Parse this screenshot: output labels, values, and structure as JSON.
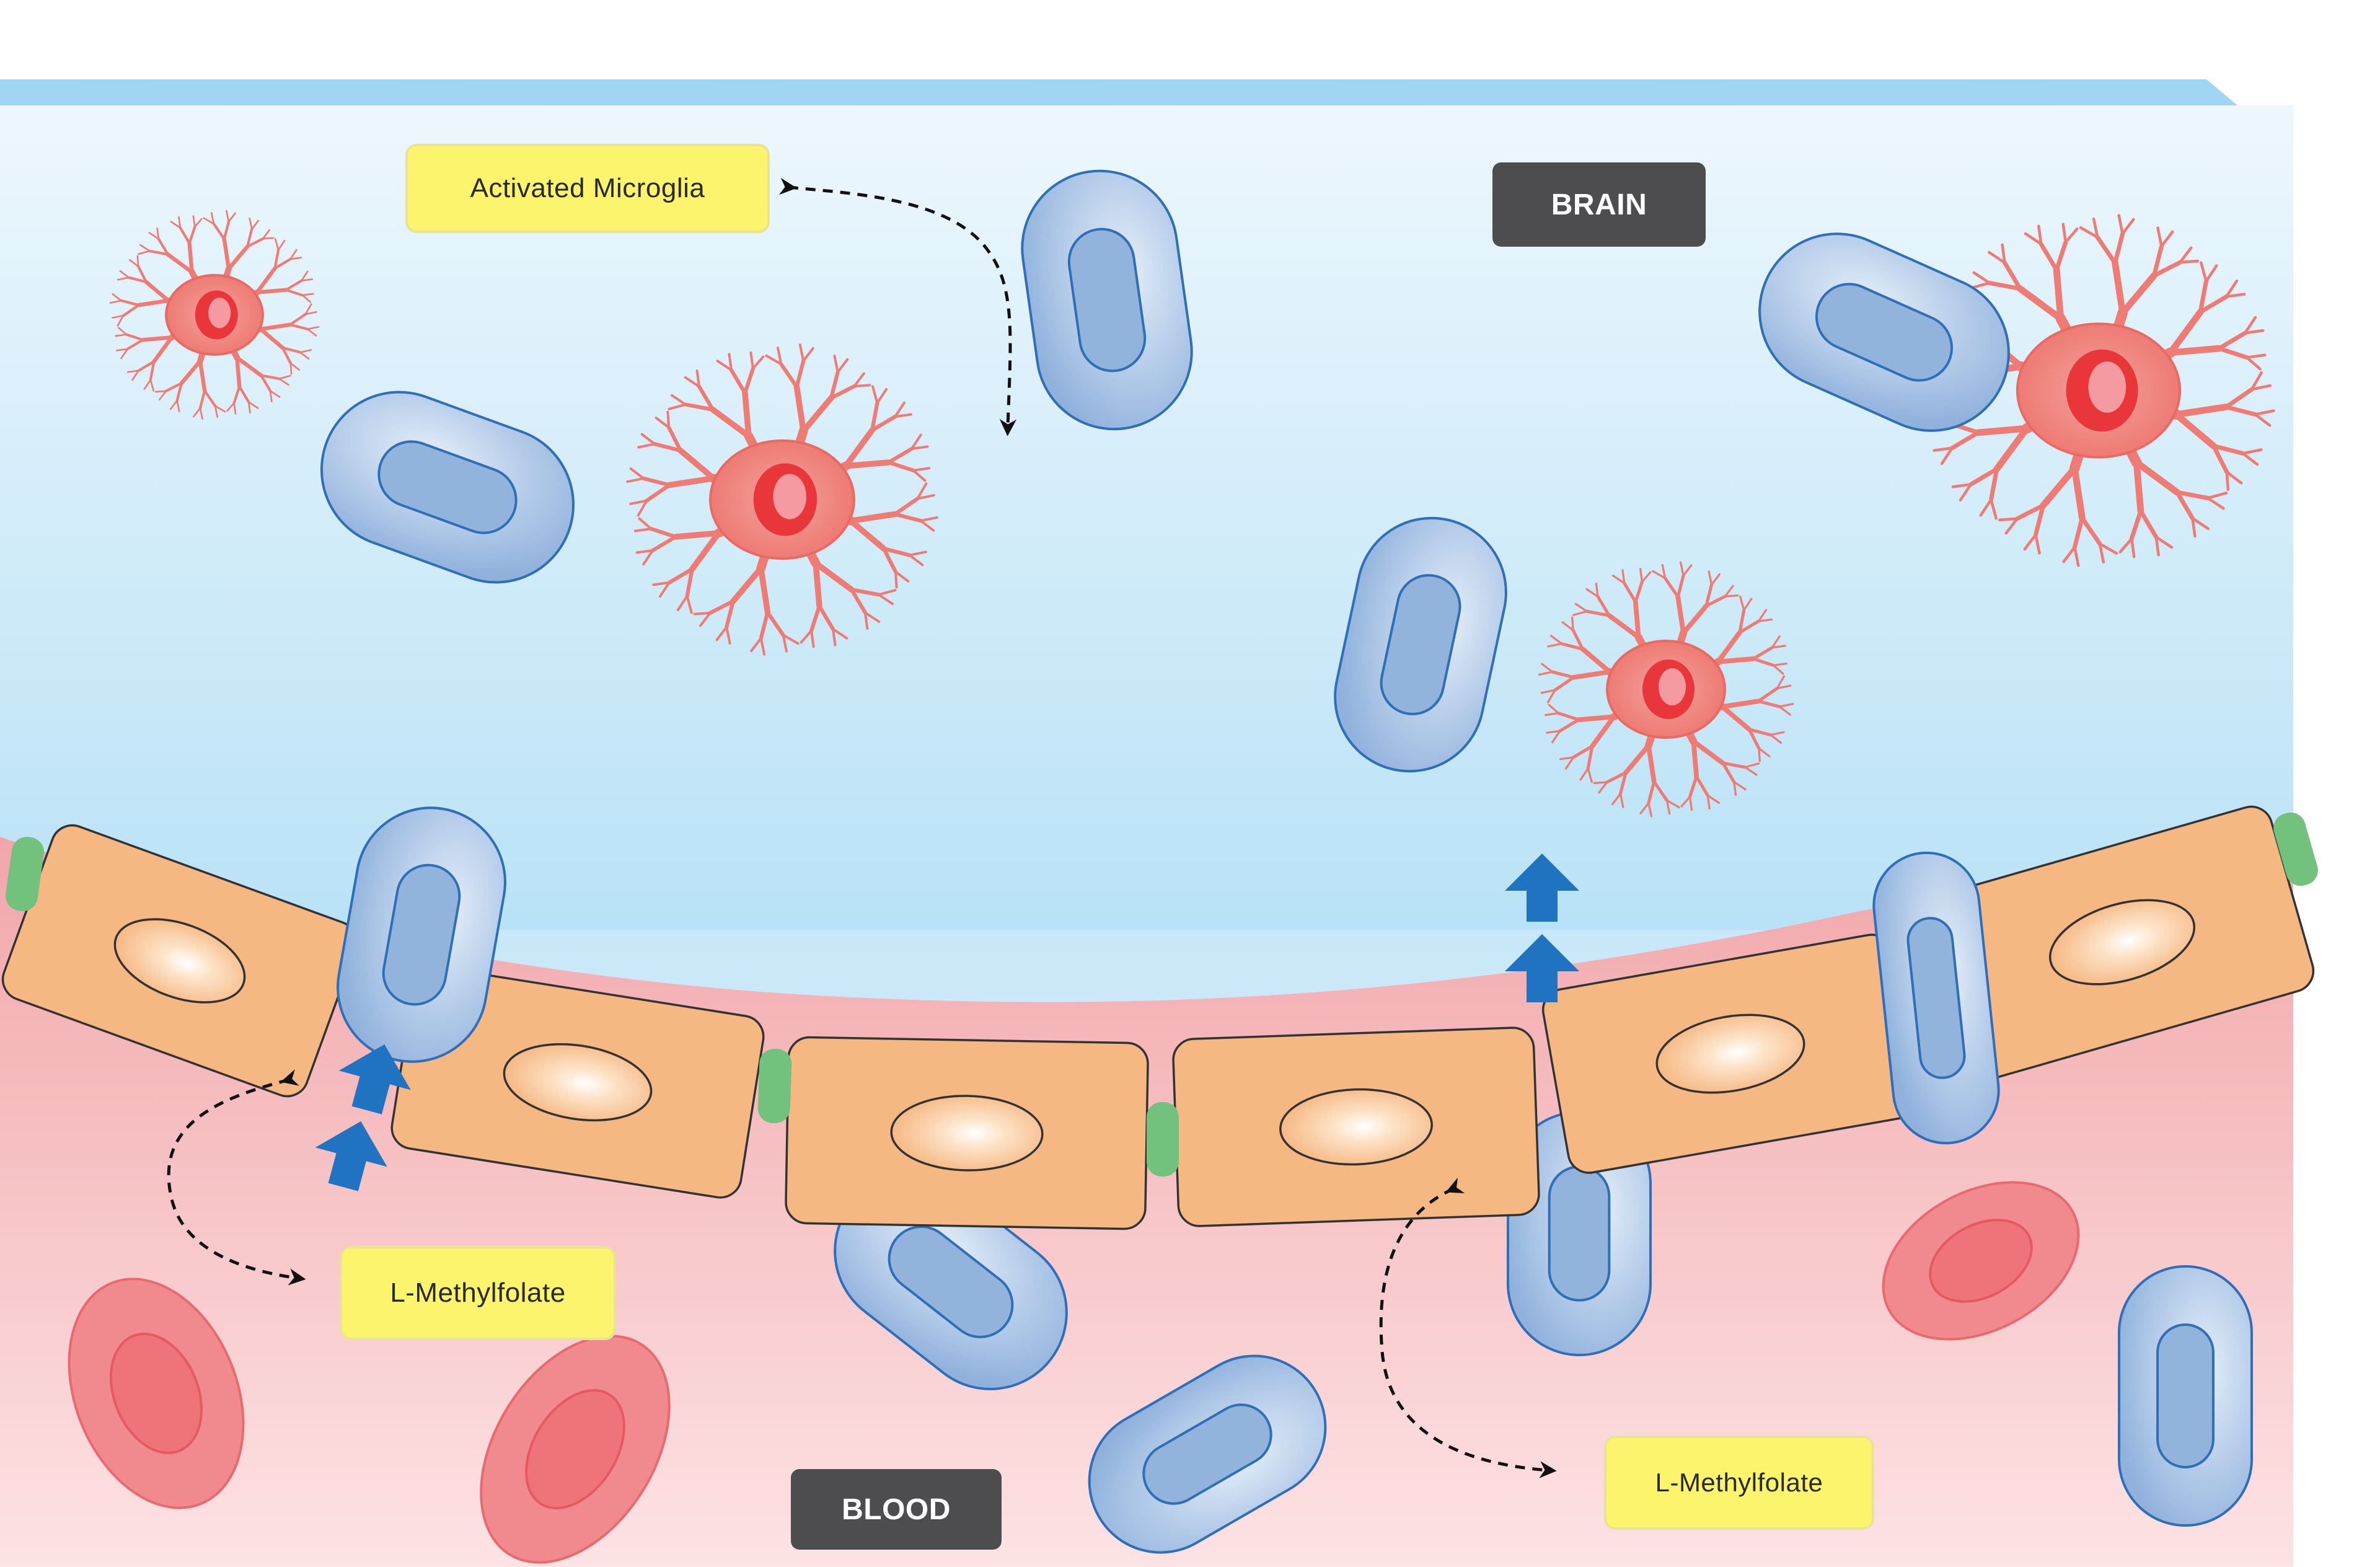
{
  "labels": {
    "activated_microglia": "Activated Microglia",
    "brain": "BRAIN",
    "blood": "BLOOD",
    "l_methylfolate_left": "L-Methylfolate",
    "l_methylfolate_right": "L-Methylfolate"
  },
  "colors": {
    "brain_top": "#eaf6fd",
    "brain_bottom": "#bfe5f7",
    "blood_top": "#f1a7ab",
    "blood_bottom": "#fde1e2",
    "endothelial_cell": "#f6b883",
    "tight_junction": "#72c17c",
    "immune_cell": "#9fbde3",
    "microglia": "#ee6f6a",
    "red_blood_cell": "#ee7b7f",
    "transport_arrow": "#1f73c1",
    "label_yellow": "#fbf46c",
    "label_dark": "#4d4d4f"
  }
}
